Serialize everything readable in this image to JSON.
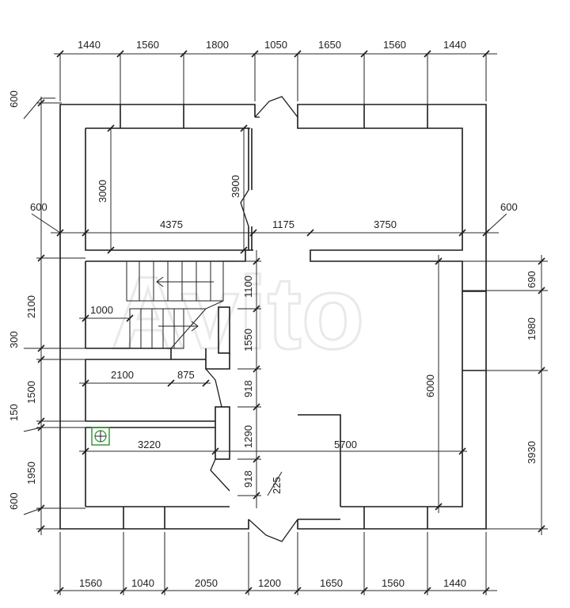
{
  "dims_top": [
    "1440",
    "1560",
    "1800",
    "1050",
    "1650",
    "1560",
    "1440"
  ],
  "dims_bottom": [
    "1560",
    "1040",
    "2050",
    "1200",
    "1650",
    "1560",
    "1440"
  ],
  "dims_left": [
    "600",
    "2100",
    "300",
    "1500",
    "150",
    "1950",
    "600"
  ],
  "dims_right": [
    "690",
    "1980",
    "3930"
  ],
  "outer_side_left": "600",
  "outer_side_right": "600",
  "interior": {
    "d3000": "3000",
    "d3900": "3900",
    "d4375": "4375",
    "d1175": "1175",
    "d3750": "3750",
    "d1100": "1100",
    "d1000": "1000",
    "d1550": "1550",
    "d2100": "2100",
    "d875": "875",
    "d918a": "918",
    "d1290": "1290",
    "d3220": "3220",
    "d5700": "5700",
    "d6000": "6000",
    "d918b": "918",
    "d225": "225"
  },
  "watermark_text": "Avito"
}
